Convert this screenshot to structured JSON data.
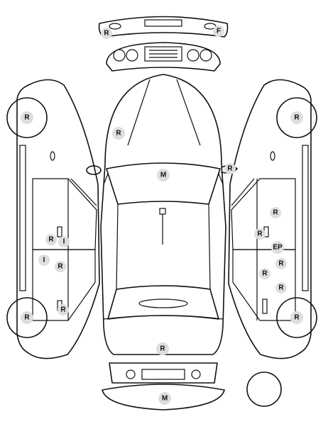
{
  "diagram": {
    "marks": {
      "rear_top_left": "R",
      "rear_top_right": "F",
      "left_front_wheel": "R",
      "left_rear_wheel": "R",
      "left_door_front_a": "R",
      "left_door_front_b": "I",
      "left_door_rear_a": "I",
      "left_door_rear_b": "R",
      "left_door_rear_c": "R",
      "hood": "R",
      "windshield": "M",
      "right_mirror": "R",
      "trunk": "R",
      "front_bumper": "M",
      "right_front_wheel": "R",
      "right_rear_wheel": "R",
      "right_door_1": "R",
      "right_door_2": "R",
      "right_door_3": "EP",
      "right_door_4": "R",
      "right_door_5": "R",
      "right_door_6": "R"
    }
  }
}
